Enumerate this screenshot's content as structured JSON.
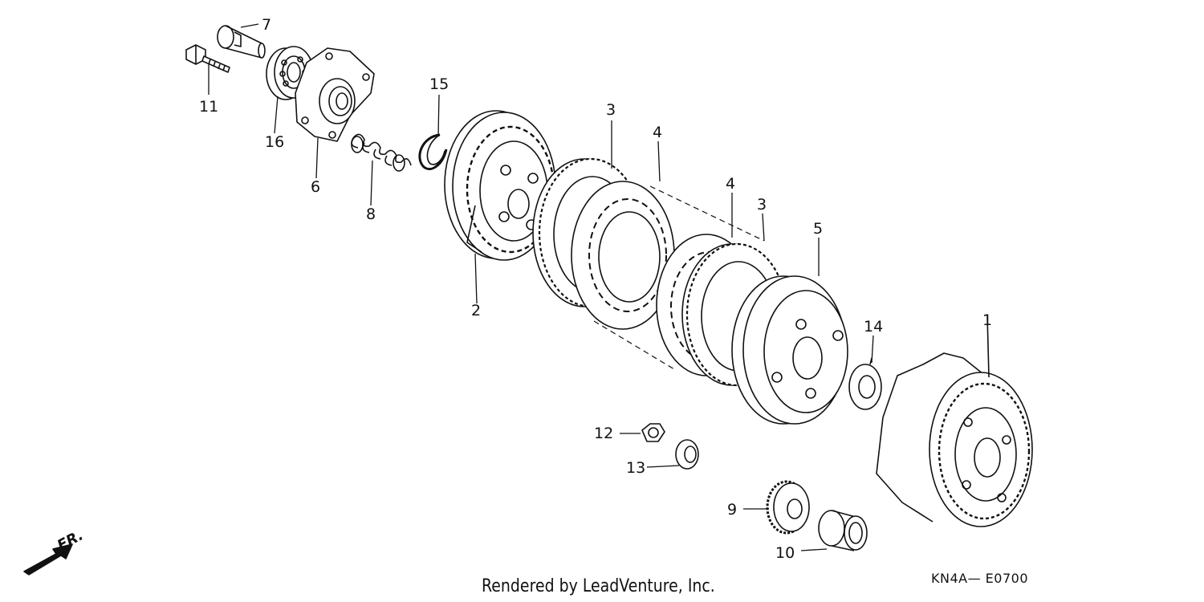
{
  "diagram": {
    "callouts": [
      {
        "id": "p1",
        "label": "1"
      },
      {
        "id": "p2",
        "label": "2"
      },
      {
        "id": "p3a",
        "label": "3"
      },
      {
        "id": "p3b",
        "label": "3"
      },
      {
        "id": "p4a",
        "label": "4"
      },
      {
        "id": "p4b",
        "label": "4"
      },
      {
        "id": "p5",
        "label": "5"
      },
      {
        "id": "p6",
        "label": "6"
      },
      {
        "id": "p7",
        "label": "7"
      },
      {
        "id": "p8",
        "label": "8"
      },
      {
        "id": "p9",
        "label": "9"
      },
      {
        "id": "p10",
        "label": "10"
      },
      {
        "id": "p11",
        "label": "11"
      },
      {
        "id": "p12",
        "label": "12"
      },
      {
        "id": "p13",
        "label": "13"
      },
      {
        "id": "p14",
        "label": "14"
      },
      {
        "id": "p15",
        "label": "15"
      },
      {
        "id": "p16",
        "label": "16"
      }
    ],
    "credit": "Rendered by LeadVenture, Inc.",
    "diagram_code": "KN4A— E0700",
    "direction_label": "FR."
  }
}
